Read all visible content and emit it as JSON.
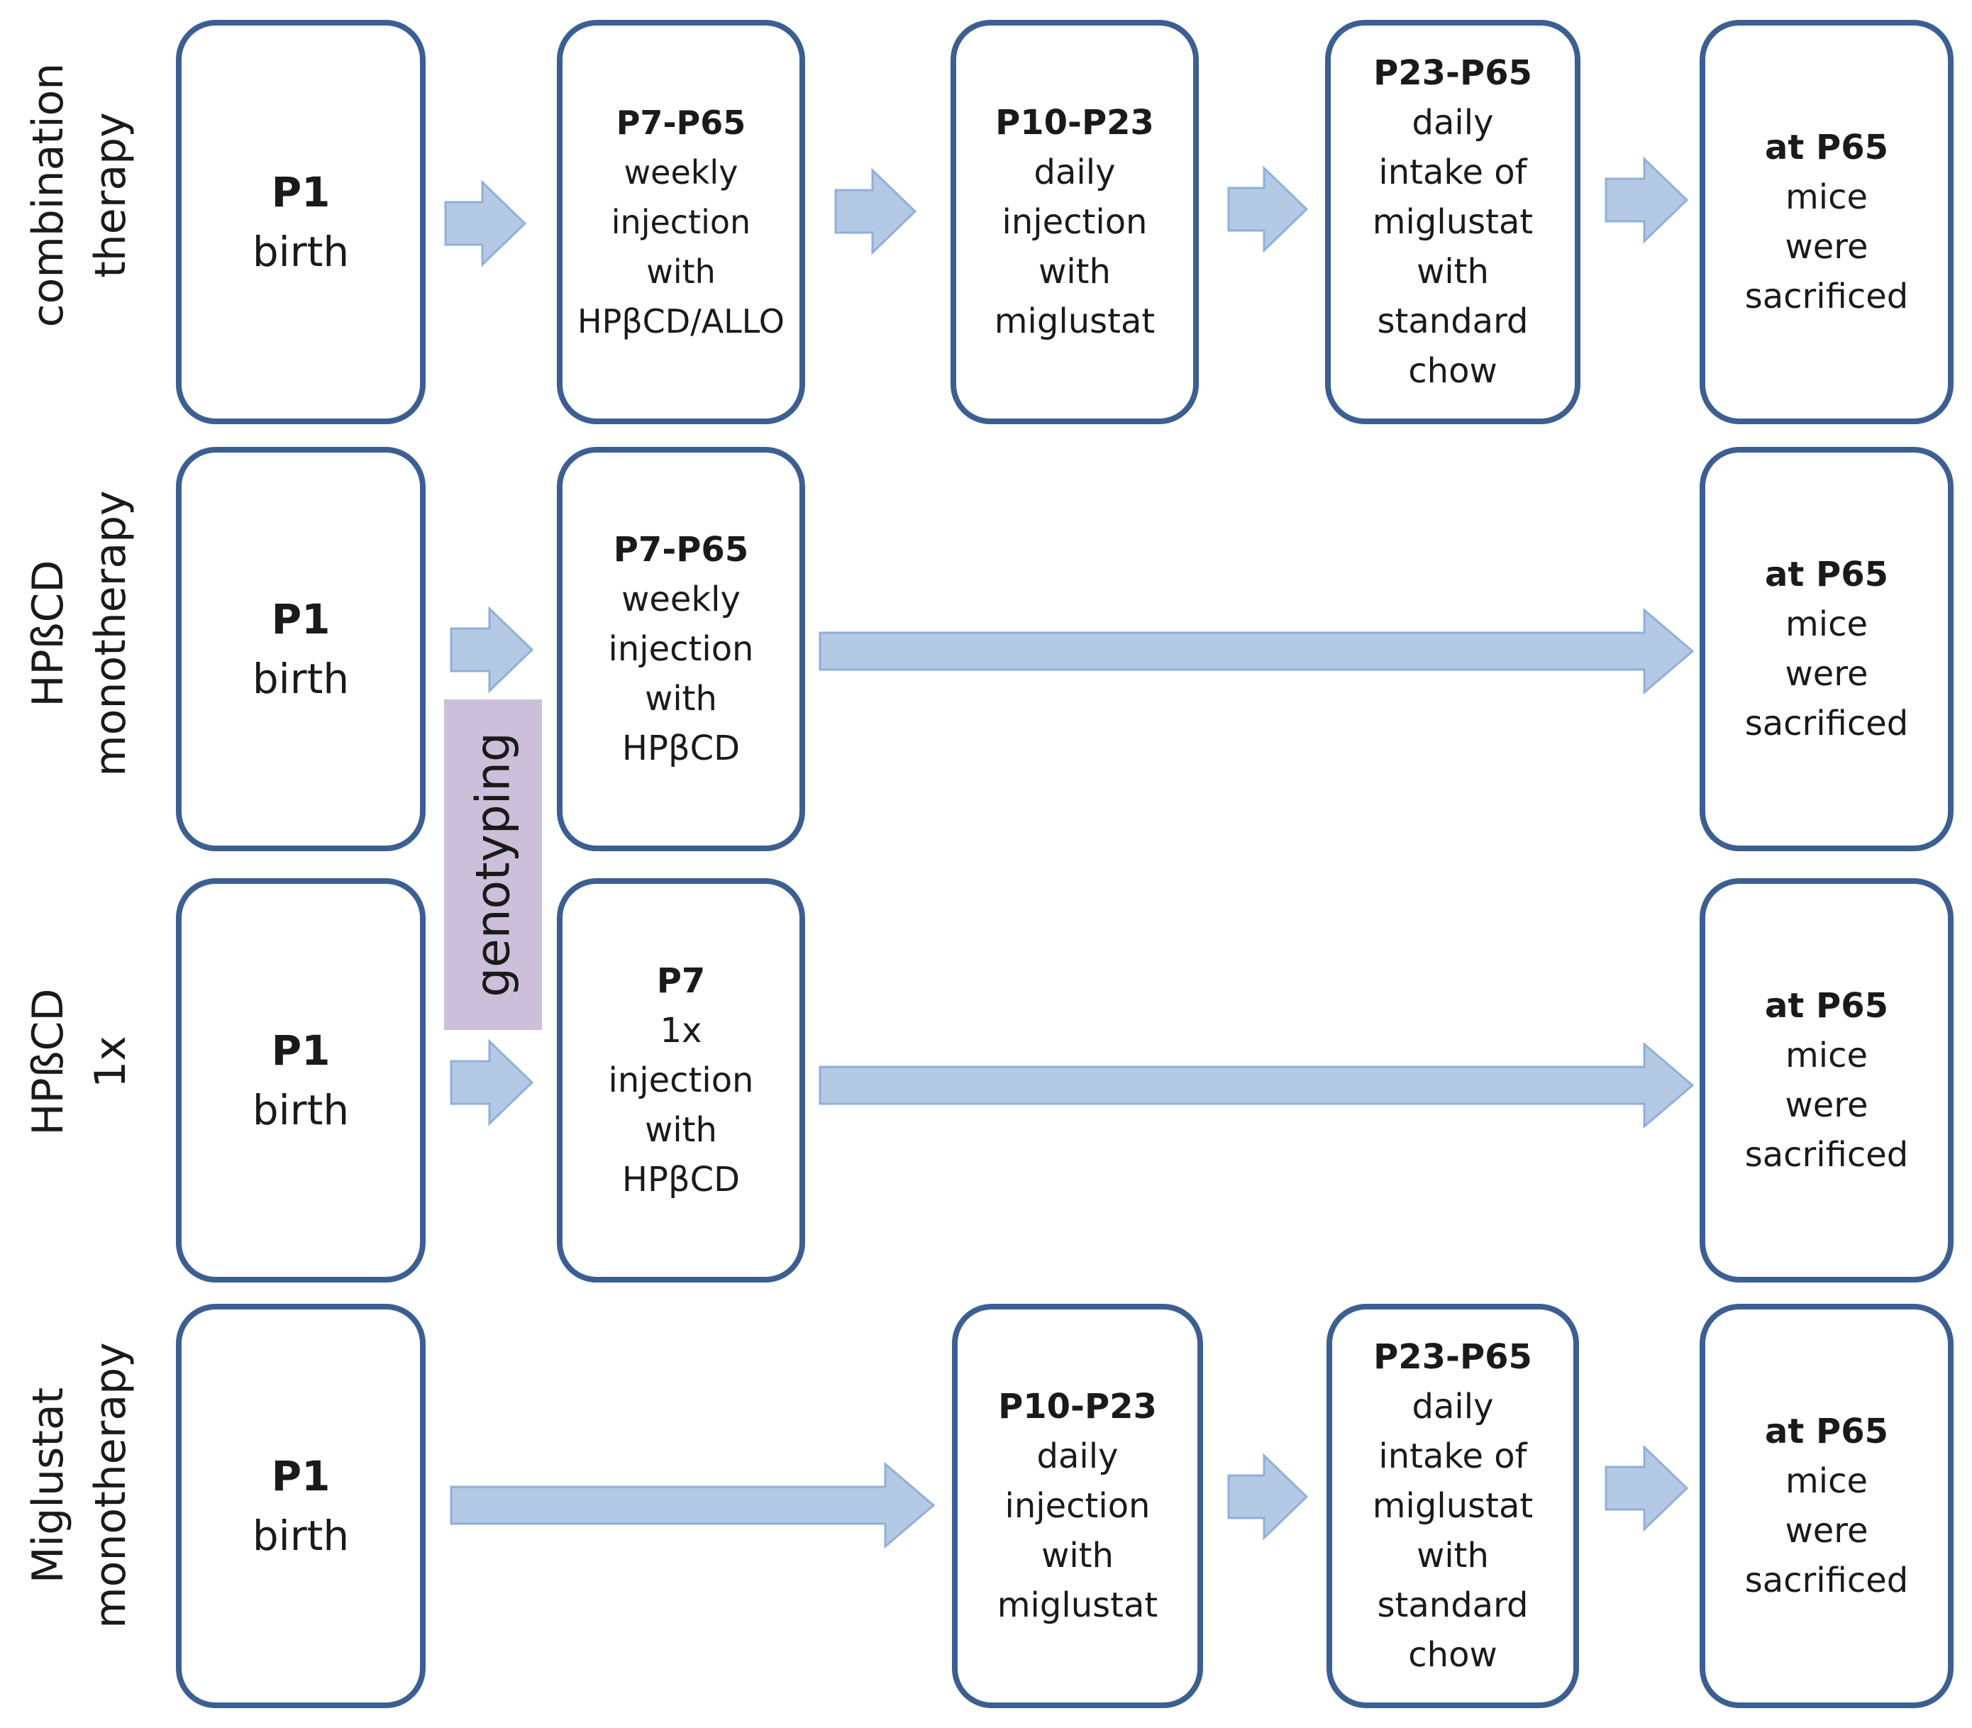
{
  "rows": [
    {
      "label_lines": [
        "combination",
        "therapy"
      ],
      "boxes": [
        {
          "head": "P1",
          "body": [
            "birth"
          ]
        },
        {
          "head": "P7-P65",
          "body": [
            "weekly",
            "injection",
            "with",
            "HPβCD/ALLO"
          ]
        },
        {
          "head": "P10-P23",
          "body": [
            "daily",
            "injection",
            "with",
            "miglustat"
          ]
        },
        {
          "head": "P23-P65",
          "body": [
            "daily",
            "intake of",
            "miglustat",
            "with",
            "standard",
            "chow"
          ]
        },
        {
          "head": "at P65",
          "body": [
            "mice",
            "were",
            "sacrificed"
          ]
        }
      ]
    },
    {
      "label_lines": [
        "HPßCD",
        "monotherapy"
      ],
      "boxes": [
        {
          "head": "P1",
          "body": [
            "birth"
          ]
        },
        {
          "head": "P7-P65",
          "body": [
            "weekly",
            "injection",
            "with",
            "HPβCD"
          ]
        },
        {
          "head": "at P65",
          "body": [
            "mice",
            "were",
            "sacrificed"
          ]
        }
      ]
    },
    {
      "label_lines": [
        "HPßCD",
        "1x"
      ],
      "boxes": [
        {
          "head": "P1",
          "body": [
            "birth"
          ]
        },
        {
          "head": "P7",
          "body": [
            "1x",
            "injection",
            "with",
            "HPβCD"
          ]
        },
        {
          "head": "at P65",
          "body": [
            "mice",
            "were",
            "sacrificed"
          ]
        }
      ]
    },
    {
      "label_lines": [
        "Miglustat",
        "monotherapy"
      ],
      "boxes": [
        {
          "head": "P1",
          "body": [
            "birth"
          ]
        },
        {
          "head": "P10-P23",
          "body": [
            "daily",
            "injection",
            "with",
            "miglustat"
          ]
        },
        {
          "head": "P23-P65",
          "body": [
            "daily",
            "intake of",
            "miglustat",
            "with",
            "standard",
            "chow"
          ]
        },
        {
          "head": "at P65",
          "body": [
            "mice",
            "were",
            "sacrificed"
          ]
        }
      ]
    }
  ],
  "genotyping_label": "genotyping",
  "colors": {
    "box_border": "#3c5f92",
    "arrow_fill": "#b3c9e4",
    "genotyping_band": "#cbbfd9"
  }
}
